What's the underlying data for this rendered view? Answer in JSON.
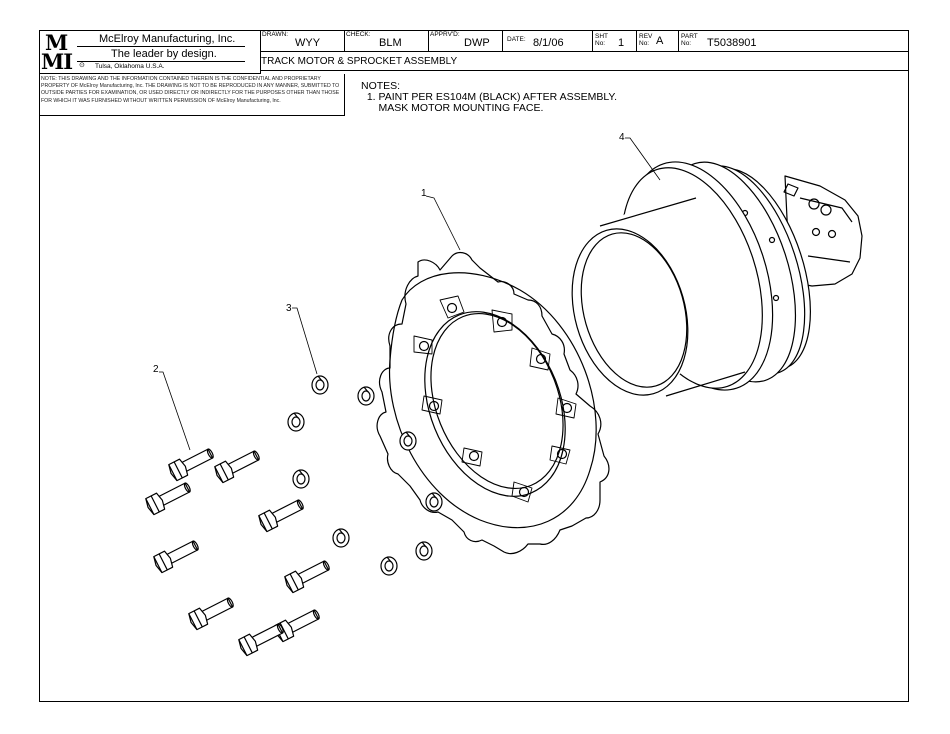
{
  "titleblock": {
    "logo_top": "M",
    "logo_bottom": "MI",
    "company": "McElroy Manufacturing, Inc.",
    "tagline": "The leader by design.",
    "city": "Tulsa, Oklahoma U.S.A.",
    "tm_symbol": "⊙",
    "drawn_label": "DRAWN:",
    "drawn_value": "WYY",
    "check_label": "CHECK:",
    "check_value": "BLM",
    "apprvd_label": "APPRV'D:",
    "apprvd_value": "DWP",
    "date_label": "DATE:",
    "date_value": "8/1/06",
    "sht_label_1": "SHT",
    "sht_label_2": "No:",
    "sht_value": "1",
    "rev_label_1": "REV",
    "rev_label_2": "No:",
    "rev_value": "A",
    "part_label_1": "PART",
    "part_label_2": "No:",
    "part_value": "T5038901",
    "title": "TRACK MOTOR & SPROCKET ASSEMBLY",
    "confidential": "NOTE: THIS DRAWING AND THE INFORMATION CONTAINED THEREIN IS THE CONFIDENTIAL AND PROPRIETARY PROPERTY OF McElroy Manufacturing, Inc. THE DRAWING IS NOT TO BE REPRODUCED IN ANY MANNER, SUBMITTED TO OUTSIDE PARTIES FOR EXAMINATION, OR USED DIRECTLY OR INDIRECTLY FOR THE PURPOSES OTHER THAN THOSE FOR WHICH IT WAS FURNISHED WITHOUT WRITTEN PERMISSION OF McElroy Manufacturing, Inc."
  },
  "notes": {
    "text": "NOTES:\n  1. PAINT PER ES104M (BLACK) AFTER ASSEMBLY.\n      MASK MOTOR MOUNTING FACE."
  },
  "balloons": {
    "b1": "1",
    "b2": "2",
    "b3": "3",
    "b4": "4"
  }
}
